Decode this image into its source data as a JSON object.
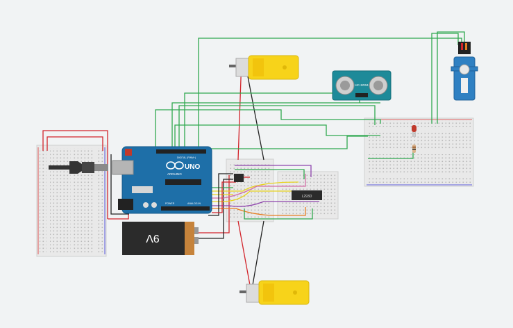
{
  "arduino": {
    "model_label": "UNO",
    "brand_label": "ARDUINO",
    "digital_label": "DIGITAL (PWM~)",
    "power_label": "POWER",
    "analog_label": "ANALOG IN"
  },
  "battery": {
    "voltage_label": "9V"
  },
  "ultrasonic_sensor": {
    "model_label": "HC-SR04"
  },
  "motor_driver": {
    "chip_label": "L293D"
  },
  "colors": {
    "wire_red": "#d2232a",
    "wire_black": "#222222",
    "wire_green": "#2fa84f",
    "wire_yellow": "#e8d31f",
    "wire_purple": "#8e44ad",
    "wire_orange": "#e67e22",
    "wire_pink": "#d36fa6",
    "arduino_blue": "#1e6fa8",
    "motor_yellow": "#f7d31a",
    "servo_blue": "#2f80c2",
    "sensor_teal": "#1d8a99",
    "breadboard": "#ececec"
  },
  "icons": [
    "usb-cable-icon",
    "led-icon",
    "resistor-icon",
    "arduino-logo-icon"
  ]
}
